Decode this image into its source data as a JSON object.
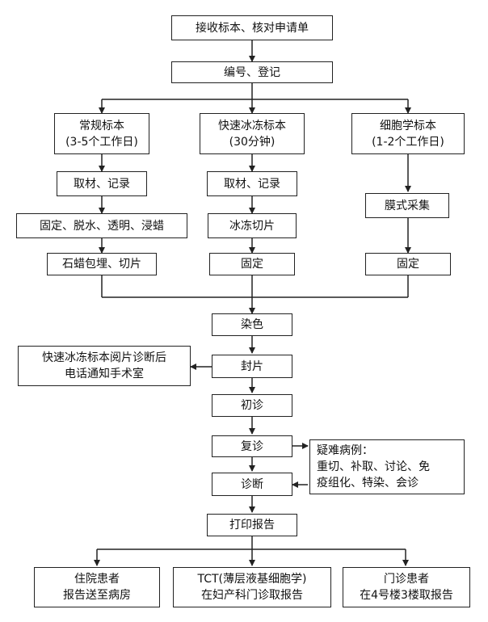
{
  "nodes": {
    "receive": {
      "lines": [
        "接收标本、核对申请单"
      ]
    },
    "register": {
      "lines": [
        "编号、登记"
      ]
    },
    "routine": {
      "lines": [
        "常规标本",
        "(3-5个工作日)"
      ]
    },
    "frozen": {
      "lines": [
        "快速冰冻标本",
        "(30分钟)"
      ]
    },
    "cytology": {
      "lines": [
        "细胞学标本",
        "(1-2个工作日)"
      ]
    },
    "routine_grossing": {
      "lines": [
        "取材、记录"
      ]
    },
    "frozen_grossing": {
      "lines": [
        "取材、记录"
      ]
    },
    "routine_processing": {
      "lines": [
        "固定、脱水、透明、浸蜡"
      ]
    },
    "frozen_section": {
      "lines": [
        "冰冻切片"
      ]
    },
    "membrane_collect": {
      "lines": [
        "膜式采集"
      ]
    },
    "embed_cut": {
      "lines": [
        "石蜡包埋、切片"
      ]
    },
    "frozen_fix": {
      "lines": [
        "固定"
      ]
    },
    "cyto_fix": {
      "lines": [
        "固定"
      ]
    },
    "stain": {
      "lines": [
        "染色"
      ]
    },
    "mount": {
      "lines": [
        "封片"
      ]
    },
    "notify": {
      "lines": [
        "快速冰冻标本阅片诊断后",
        "电话通知手术室"
      ]
    },
    "first_review": {
      "lines": [
        "初诊"
      ]
    },
    "second_review": {
      "lines": [
        "复诊"
      ]
    },
    "difficult": {
      "lines": [
        "疑难病例：",
        "重切、补取、讨论、免",
        "疫组化、特染、会诊"
      ]
    },
    "diagnosis": {
      "lines": [
        "诊断"
      ]
    },
    "print_report": {
      "lines": [
        "打印报告"
      ]
    },
    "inpatient": {
      "lines": [
        "住院患者",
        "报告送至病房"
      ]
    },
    "tct": {
      "lines": [
        "TCT(薄层液基细胞学)",
        "在妇产科门诊取报告"
      ]
    },
    "outpatient": {
      "lines": [
        "门诊患者",
        "在4号楼3楼取报告"
      ]
    }
  },
  "colors": {
    "stroke": "#222222",
    "fill": "#ffffff",
    "text": "#111111"
  }
}
